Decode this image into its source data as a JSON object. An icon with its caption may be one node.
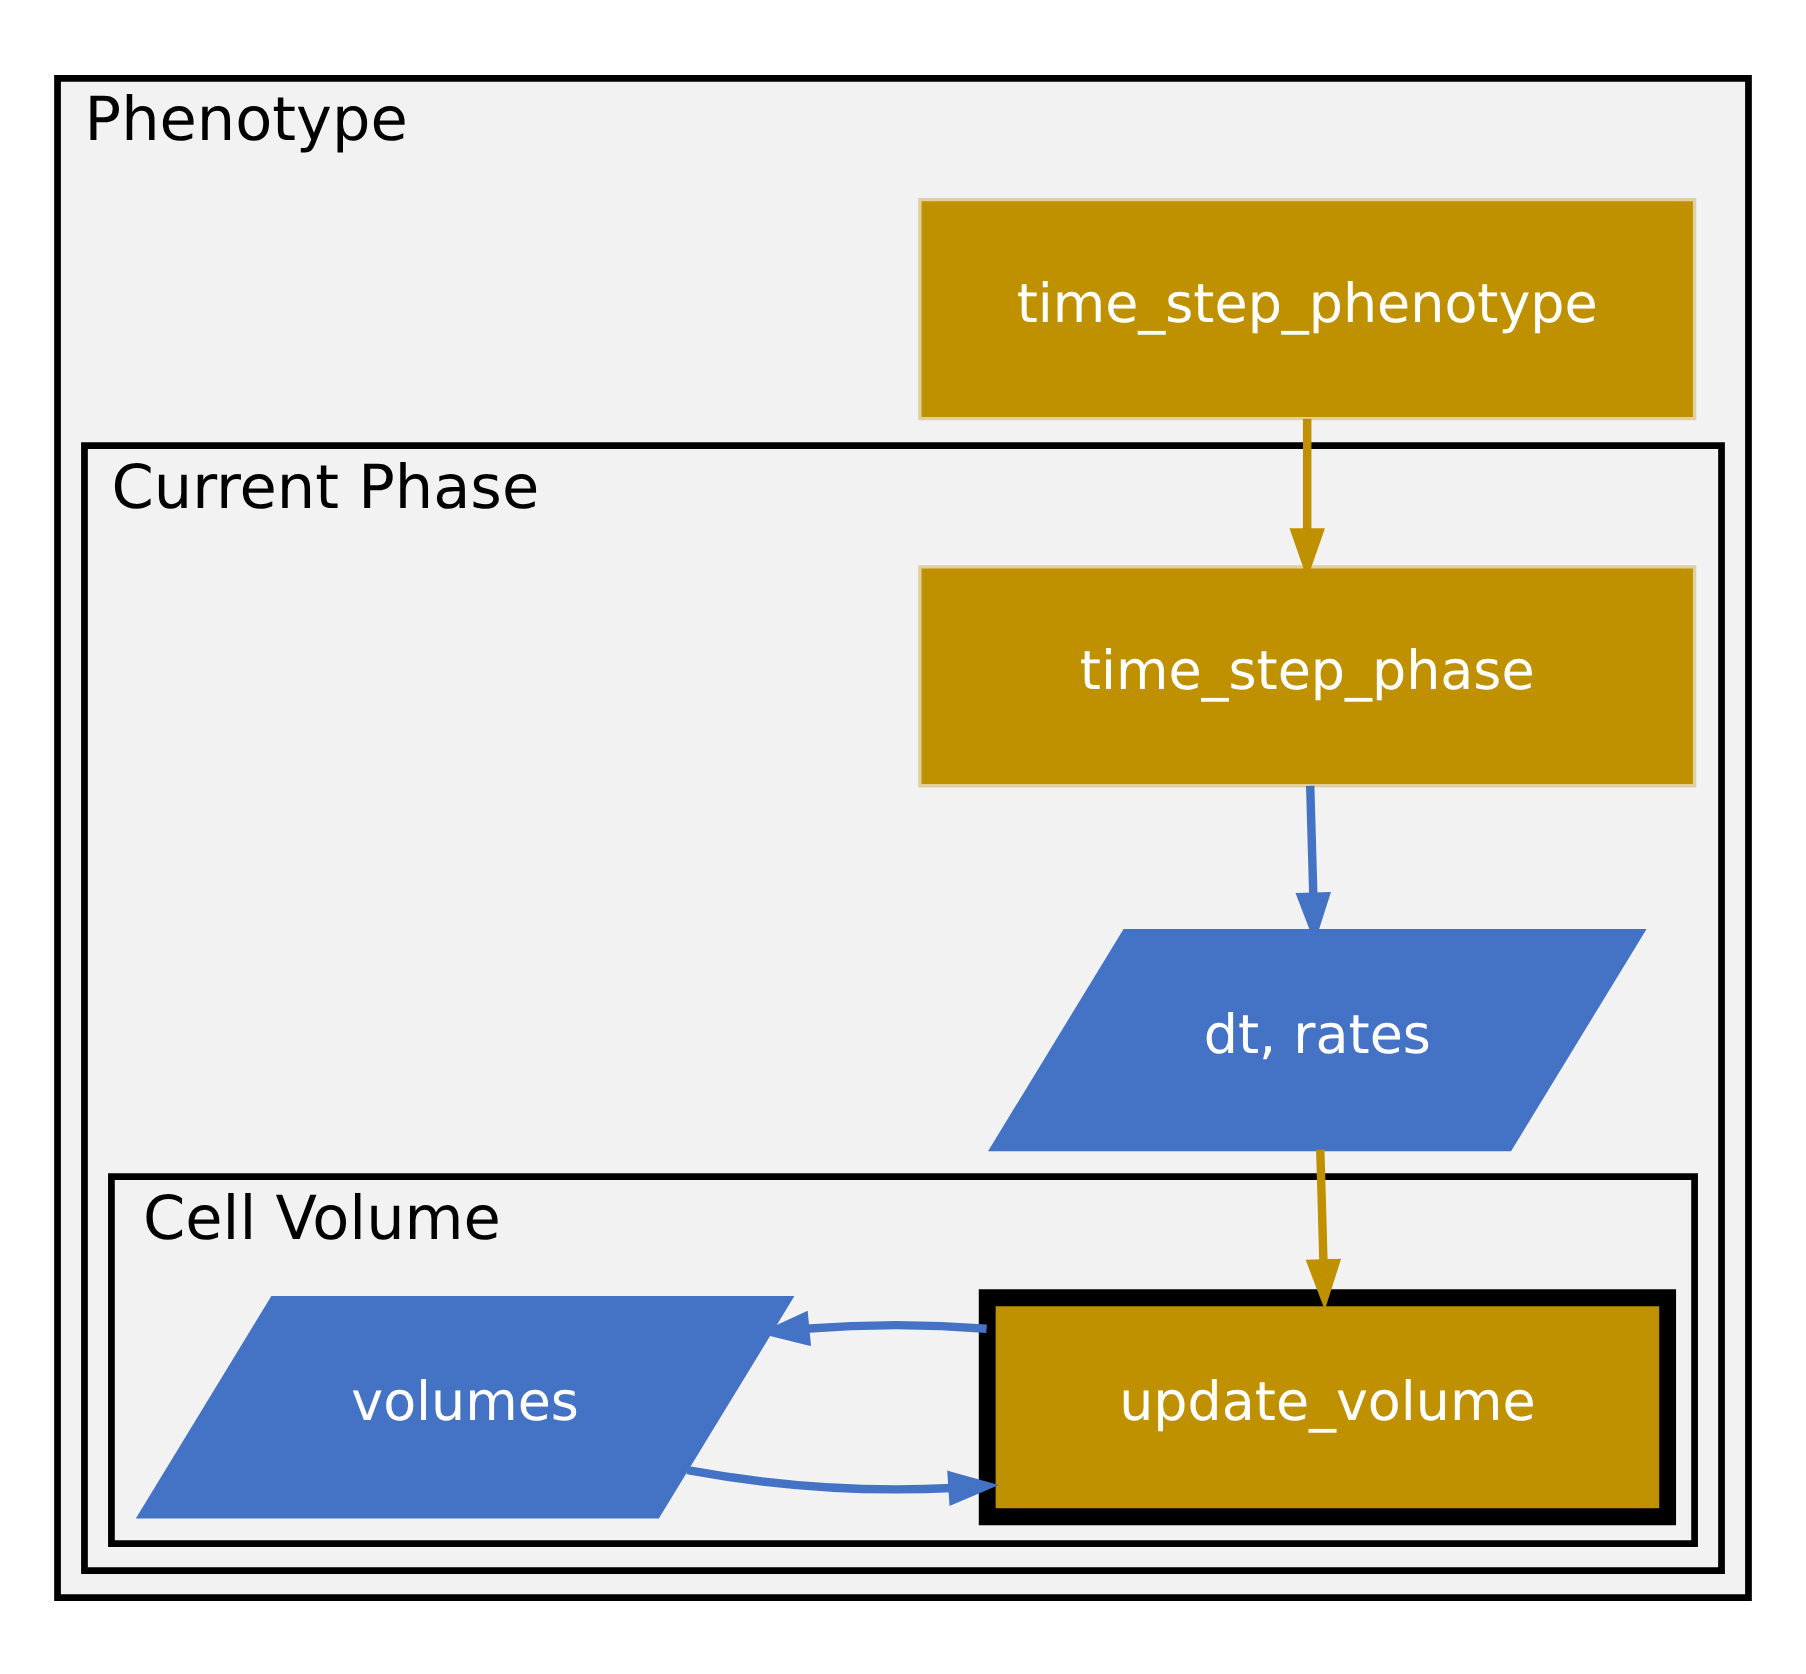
{
  "diagram": {
    "nodes": [
      {
        "text": [
          "Phenotype"
        ]
      },
      {
        "text": [
          "time_step_phenotype"
        ],
        "in": 0
      },
      {
        "text": [
          "Current Phase"
        ],
        "in": 0
      },
      {
        "text": [
          "time_step_phase"
        ],
        "in": 2
      },
      {
        "text": [
          "dt, rates"
        ],
        "in": 2
      },
      {
        "text": [
          "Cell Volume"
        ],
        "in": 2
      },
      {
        "text": [
          "volumes"
        ],
        "in": 5
      },
      {
        "text": [
          "update_volume"
        ],
        "in": 5
      }
    ],
    "edges": [
      {
        "from": 1,
        "to": 3,
        "arrow": "to",
        "color": "#bf9000"
      },
      {
        "from": 3,
        "to": 4,
        "arrow": "to"
      },
      {
        "from": 4,
        "to": 7,
        "arrow": "to",
        "color": "#bf9000"
      },
      {
        "from": 6,
        "to": 7,
        "arrow": "to"
      },
      {
        "from": 7,
        "to": 6,
        "arrow": "to"
      }
    ]
  }
}
